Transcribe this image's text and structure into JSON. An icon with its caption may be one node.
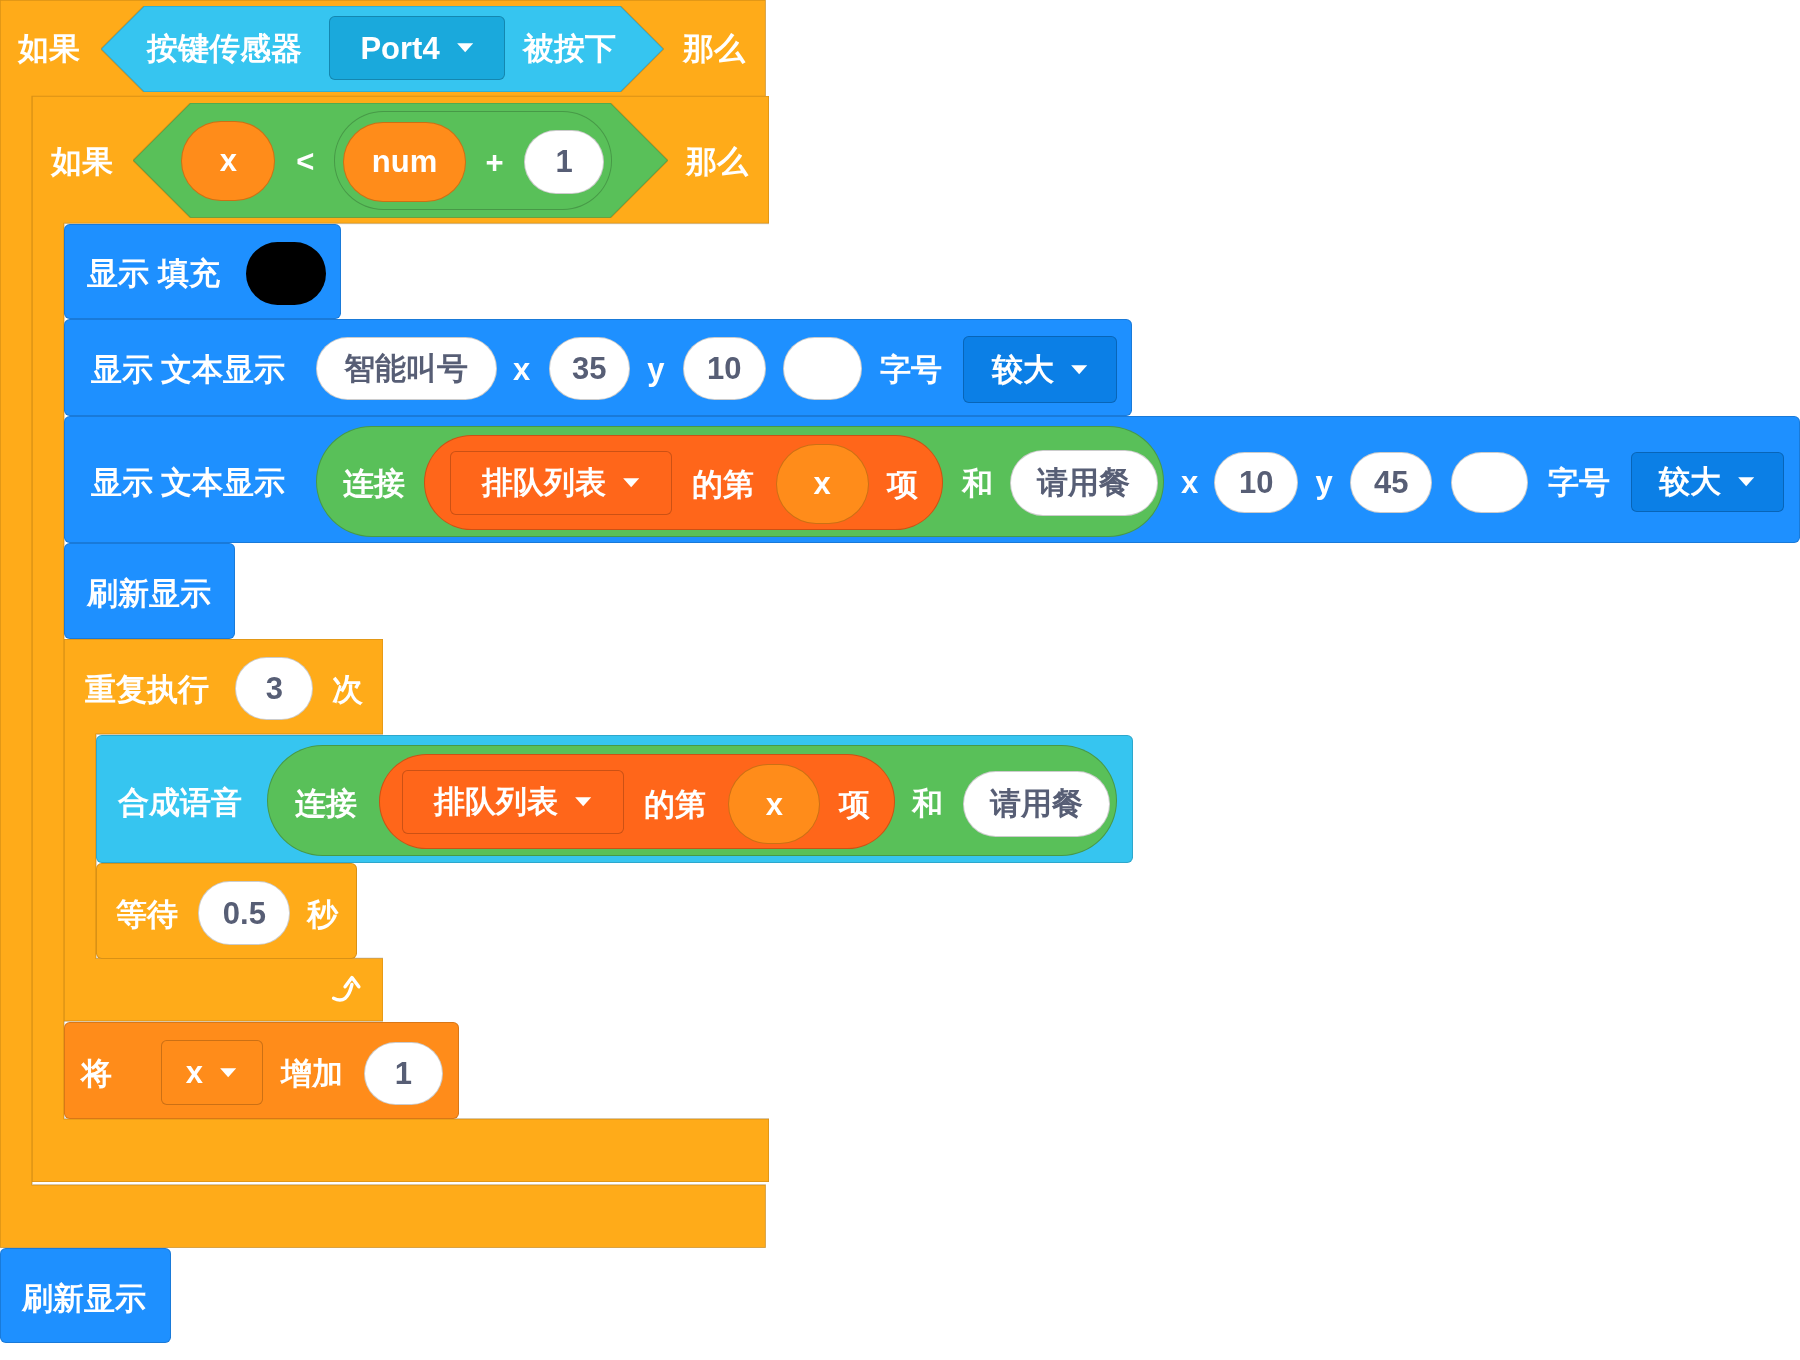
{
  "diagram": {
    "nodes": [
      {
        "text": [
          "如果",
          "那么"
        ]
      },
      {
        "text": [
          "按键传感器",
          "被按下"
        ],
        "in": 0
      },
      {
        "text": [
          "Port4"
        ],
        "in": 1
      },
      {
        "text": [
          "如果",
          "那么"
        ],
        "in": 0
      },
      {
        "text": [
          "<"
        ],
        "in": 3
      },
      {
        "text": [
          "x"
        ],
        "in": 4
      },
      {
        "text": [
          "+"
        ],
        "in": 4
      },
      {
        "text": [
          "num"
        ],
        "in": 6
      },
      {
        "text": [
          "1"
        ],
        "in": 6
      },
      {
        "text": [
          "显示 填充"
        ],
        "in": 3
      },
      {
        "text": [],
        "shape": "circle",
        "in": 9
      },
      {
        "text": [
          "显示 文本显示",
          "x",
          "y",
          "字号"
        ]
      },
      {
        "text": [
          "智能叫号"
        ],
        "in": 11
      },
      {
        "text": [
          "35"
        ],
        "in": 11
      },
      {
        "text": [
          "10"
        ],
        "in": 11
      },
      {
        "text": [],
        "shape": "circle",
        "in": 11
      },
      {
        "text": [
          "较大"
        ],
        "in": 11
      },
      {
        "text": [
          "显示 文本显示",
          "x",
          "y",
          "字号"
        ]
      },
      {
        "text": [
          "连接",
          "和"
        ],
        "in": 17
      },
      {
        "text": [
          "的第",
          "项"
        ],
        "in": 18
      },
      {
        "text": [
          "排队列表"
        ],
        "in": 19
      },
      {
        "text": [
          "x"
        ],
        "in": 19
      },
      {
        "text": [
          "请用餐"
        ],
        "in": 18
      },
      {
        "text": [
          "10"
        ],
        "in": 17
      },
      {
        "text": [
          "45"
        ],
        "in": 17
      },
      {
        "text": [],
        "shape": "circle",
        "in": 17
      },
      {
        "text": [
          "较大"
        ],
        "in": 17
      },
      {
        "text": [
          "刷新显示"
        ],
        "in": 3
      },
      {
        "text": [
          "重复执行",
          "次"
        ],
        "in": 3
      },
      {
        "text": [
          "3"
        ],
        "in": 28
      },
      {
        "text": [
          "合成语音"
        ]
      },
      {
        "text": [
          "连接",
          "和"
        ],
        "in": 30
      },
      {
        "text": [
          "的第",
          "项"
        ],
        "in": 31
      },
      {
        "text": [
          "排队列表"
        ],
        "in": 32
      },
      {
        "text": [
          "x"
        ],
        "in": 32
      },
      {
        "text": [
          "请用餐"
        ],
        "in": 31
      },
      {
        "text": [
          "等待",
          "秒"
        ],
        "in": 28
      },
      {
        "text": [
          "0.5"
        ],
        "in": 36
      },
      {
        "text": [
          "将",
          "增加"
        ],
        "in": 3
      },
      {
        "text": [
          "x"
        ],
        "in": 38
      },
      {
        "text": [
          "1"
        ],
        "in": 38
      },
      {
        "text": [
          "刷新显示"
        ]
      }
    ],
    "edges": []
  }
}
